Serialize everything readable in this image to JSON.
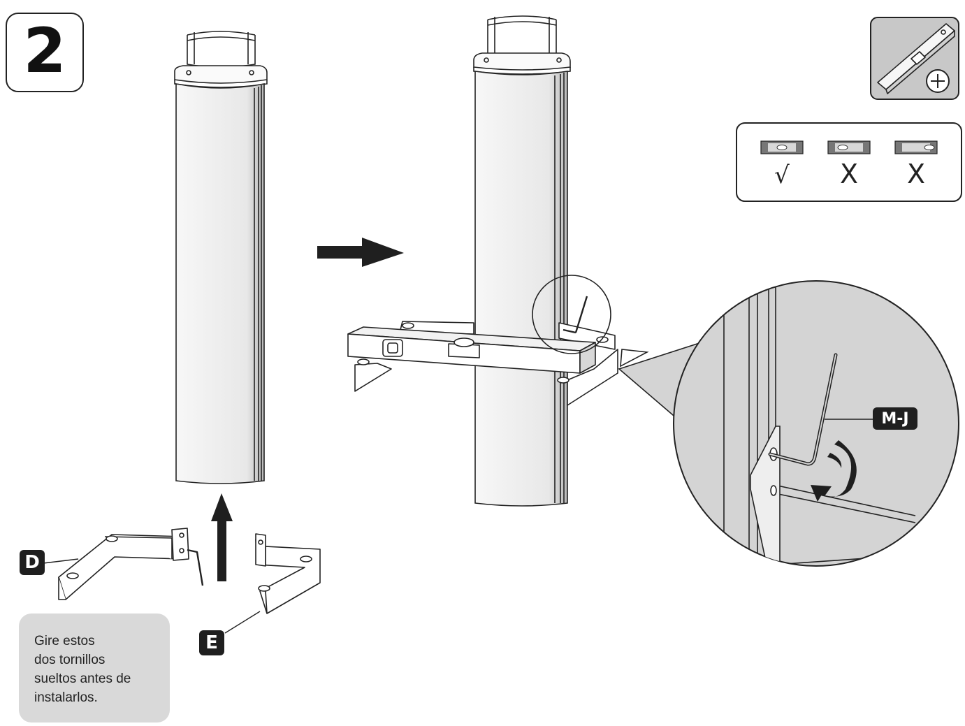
{
  "step": {
    "number": "2"
  },
  "labels": {
    "bracket_d": "D",
    "bracket_e": "E",
    "hex_key": "M-J"
  },
  "level_check": {
    "items": [
      {
        "mark": "√",
        "status": "correct"
      },
      {
        "mark": "X",
        "status": "incorrect"
      },
      {
        "mark": "X",
        "status": "incorrect"
      }
    ]
  },
  "icons": {
    "level_tool": "spirit-level-icon",
    "plus": "plus-circle-icon",
    "rotate": "rotate-arrow-icon",
    "move_right": "arrow-right-icon",
    "move_up": "arrow-up-icon"
  },
  "note": {
    "lines": [
      "Gire estos",
      "dos tornillos",
      "sueltos antes de",
      "instalarlos."
    ]
  },
  "colors": {
    "ink": "#1f1f1f",
    "panel_gray": "#d9d9d9",
    "zoom_gray": "#d4d4d4",
    "tool_panel_gray": "#c8c8c8"
  }
}
